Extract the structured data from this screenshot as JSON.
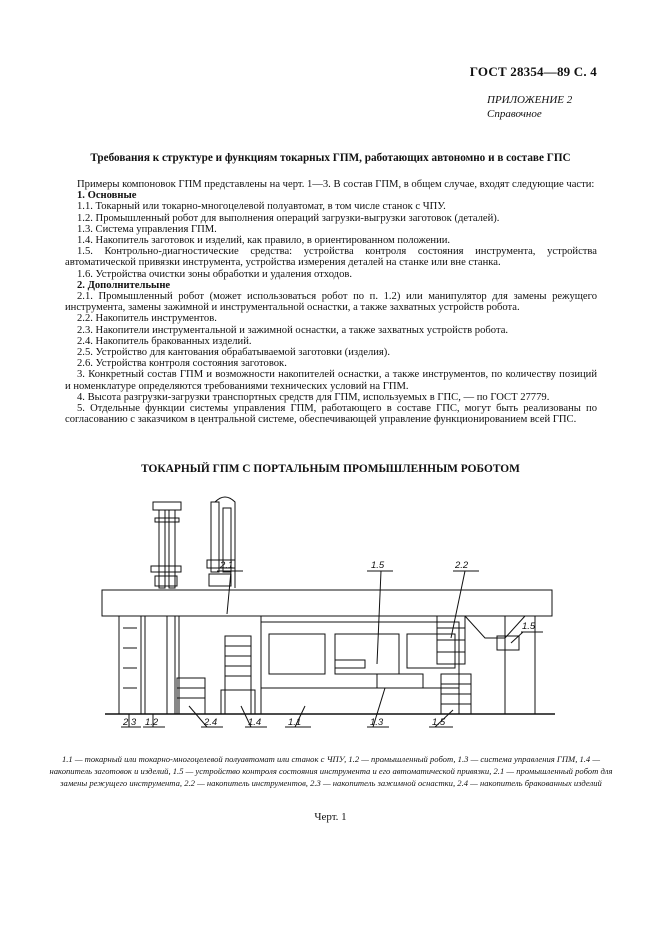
{
  "header": {
    "standard": "ГОСТ 28354—89 С. 4",
    "appendix": "ПРИЛОЖЕНИЕ 2",
    "appendix_note": "Справочное"
  },
  "section_title": "Требования к структуре и функциям токарных ГПМ, работающих автономно и в составе ГПС",
  "paragraphs": [
    "Примеры компоновок ГПМ представлены на черт. 1—3. В состав ГПМ, в общем случае, входят следующие части:",
    "1. Основные",
    "1.1. Токарный или токарно-многоцелевой полуавтомат, в том числе станок с ЧПУ.",
    "1.2. Промышленный робот для выполнения операций загрузки-выгрузки заготовок (деталей).",
    "1.3. Система управления ГПМ.",
    "1.4. Накопитель заготовок и изделий, как правило, в ориентированном положении.",
    "1.5. Контрольно-диагностические средства: устройства контроля состояния инструмента, устройства автоматической привязки инструмента, устройства измерения деталей на станке или вне станка.",
    "1.6. Устройства очистки зоны обработки и удаления отходов.",
    "2. Дополнительыне",
    "2.1. Промышленный робот (может использоваться робот по п. 1.2) или манипулятор для замены режущего инструмента, замены зажимной и инструментальной оснастки, а также захватных устройств робота.",
    "2.2. Накопитель инструментов.",
    "2.3. Накопители инструментальной и зажимной оснастки, а также захватных устройств робота.",
    "2.4. Накопитель бракованных изделий.",
    "2.5. Устройство для кантования обрабатываемой заготовки (изделия).",
    "2.6. Устройства контроля состояния заготовок.",
    "3. Конкретный состав ГПМ и возможности накопителей оснастки, а также инструментов, по количеству позиций и номенклатуре определяются требованиями технических условий на ГПМ.",
    "4. Высота разгрузки-загрузки транспортных средств для ГПМ, используемых в ГПС, — по ГОСТ 27779.",
    "5. Отдельные функции системы управления ГПМ, работающего в составе ГПС, могут быть реализованы по согласованию с заказчиком в центральной системе, обеспечивающей управление функционированием всей ГПС."
  ],
  "figure": {
    "title": "ТОКАРНЫЙ ГПМ С ПОРТАЛЬНЫМ ПРОМЫШЛЕННЫМ РОБОТОМ",
    "labels": {
      "l21": "2.1",
      "l15top": "1.5",
      "l22": "2.2",
      "l15right": "1.5",
      "l23": "2.3",
      "l12": "1.2",
      "l24": "2.4",
      "l14": "1.4",
      "l11": "1.1",
      "l13": "1.3",
      "l15bottom": "1.5"
    },
    "caption": "1.1 — токарный или токарно-многоцелевой полуавтомат или станок с ЧПУ, 1.2 — промышленный робот, 1.3 — система управления ГПМ, 1.4 — накопитель заготовок и изделий, 1.5 — устройство контроля состояния инструмента и его автоматической привязки, 2.1 — промышленный робот для замены режущего инструмента, 2.2 — накопитель инструментов, 2.3 — накопитель зажимной оснастки, 2.4 — накопитель бракованных изделий",
    "number": "Черт. 1"
  }
}
